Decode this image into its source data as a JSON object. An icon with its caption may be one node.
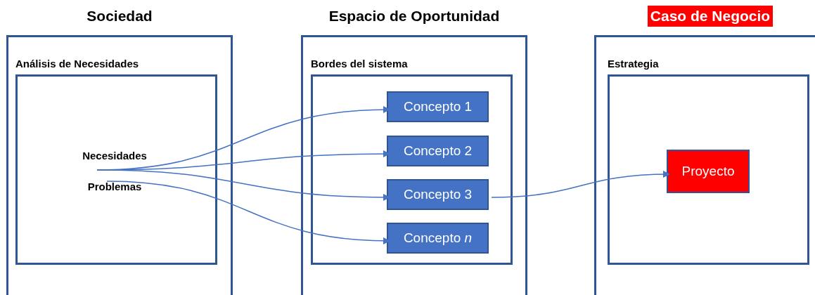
{
  "diagram": {
    "nodes": [
      {
        "text": [
          "Sociedad"
        ]
      },
      {
        "text": [
          "Análisis de Necesidades"
        ],
        "in": 0
      },
      {
        "text": [
          "Necesidades"
        ],
        "in": 1
      },
      {
        "text": [
          "Problemas"
        ],
        "in": 1
      },
      {
        "text": [
          "Espacio de Oportunidad"
        ]
      },
      {
        "text": [
          "Bordes del sistema"
        ],
        "in": 4
      },
      {
        "text": [
          "Concepto 1"
        ],
        "in": 5
      },
      {
        "text": [
          "Concepto 2"
        ],
        "in": 5
      },
      {
        "text": [
          "Concepto 3"
        ],
        "in": 5
      },
      {
        "text": [
          "Concepto *n*"
        ],
        "in": 5
      },
      {
        "text": [
          "Caso de Negocio"
        ]
      },
      {
        "text": [
          "Estrategia"
        ],
        "in": 10
      },
      {
        "text": [
          "Proyecto"
        ],
        "in": 11
      }
    ],
    "edges": [
      {
        "from": 2,
        "to": 6,
        "arrow": "to"
      },
      {
        "from": 2,
        "to": 7,
        "arrow": "to"
      },
      {
        "from": 2,
        "to": 8,
        "arrow": "to"
      },
      {
        "from": 3,
        "to": 9,
        "arrow": "to"
      },
      {
        "from": 8,
        "to": 12,
        "arrow": "to"
      }
    ]
  }
}
